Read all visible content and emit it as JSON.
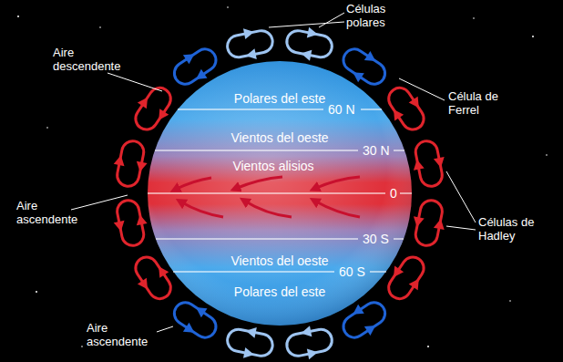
{
  "diagram": {
    "labels": [
      "Células polares",
      "Aire descendente",
      "Célula de Ferrel",
      "Polares del este",
      "60 N",
      "Vientos del oeste",
      "30 N",
      "Vientos alisios",
      "0",
      "Aire ascendente",
      "Células de Hadley",
      "30 S",
      "Vientos del oeste",
      "60 S",
      "Polares del este",
      "Aire ascendente"
    ]
  }
}
